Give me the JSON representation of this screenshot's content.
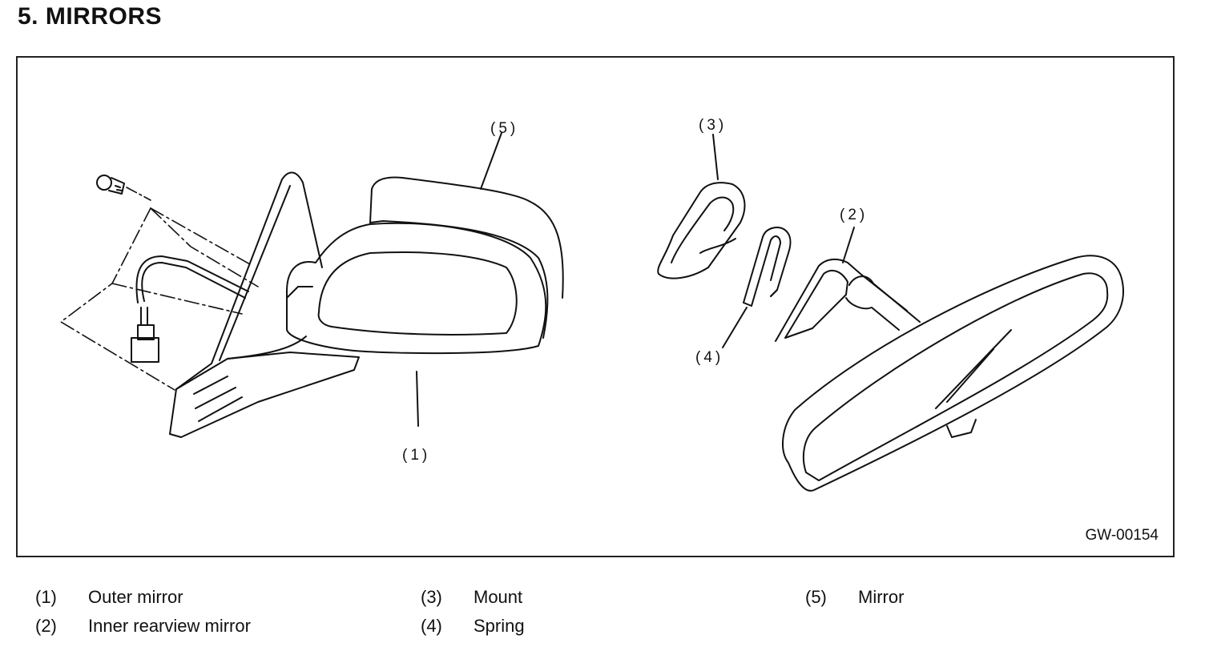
{
  "header": {
    "title": "5.  MIRRORS"
  },
  "figure": {
    "code": "GW-00154",
    "callouts": {
      "c1": "(1)",
      "c2": "(2)",
      "c3": "(3)",
      "c4": "(4)",
      "c5": "(5)"
    }
  },
  "legend": {
    "items": [
      {
        "num": "(1)",
        "label": "Outer mirror"
      },
      {
        "num": "(2)",
        "label": "Inner rearview mirror"
      },
      {
        "num": "(3)",
        "label": "Mount"
      },
      {
        "num": "(4)",
        "label": "Spring"
      },
      {
        "num": "(5)",
        "label": "Mirror"
      }
    ]
  }
}
